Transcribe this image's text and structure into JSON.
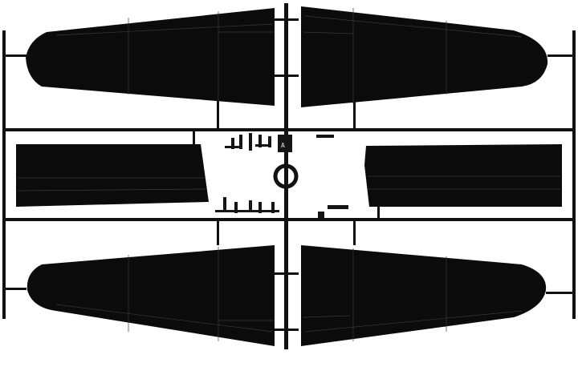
{
  "image": {
    "subject": "model-kit-sprue",
    "parts": [
      {
        "name": "upper-left-wing-panel"
      },
      {
        "name": "upper-right-wing-panel"
      },
      {
        "name": "lower-left-wing-panel"
      },
      {
        "name": "lower-right-wing-panel"
      },
      {
        "name": "left-flap-panel"
      },
      {
        "name": "right-flap-panel"
      }
    ],
    "marking": "A"
  },
  "colors": {
    "background": "#ffffff",
    "plastic": "#0b0b0b",
    "panel_lines": "#3a3a3a"
  }
}
